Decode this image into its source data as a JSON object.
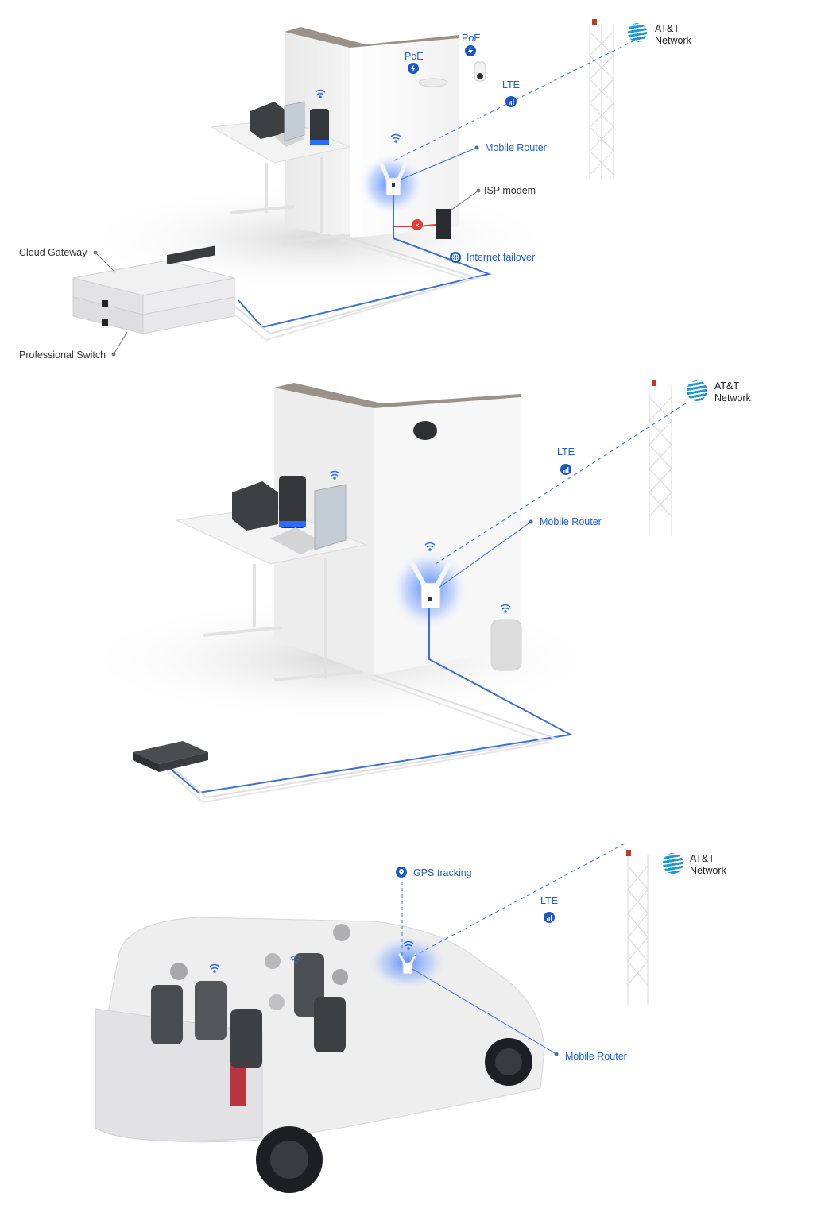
{
  "colors": {
    "accent_blue": "#1a5fd0",
    "att_blue": "#1d9ad6",
    "failure_red": "#e23b3b",
    "label_gray": "#333333"
  },
  "panel1": {
    "poe_left": "PoE",
    "poe_right": "PoE",
    "lte": "LTE",
    "carrier_line1": "AT&T",
    "carrier_line2": "Network",
    "mobile_router": "Mobile Router",
    "isp_modem": "ISP modem",
    "internet_failover": "Internet failover",
    "cloud_gateway": "Cloud Gateway",
    "professional_switch": "Professional Switch",
    "icons": [
      "bolt-icon",
      "signal-icon",
      "globe-icon",
      "wifi-icon",
      "failure-x-icon",
      "att-globe-icon"
    ]
  },
  "panel2": {
    "lte": "LTE",
    "carrier_line1": "AT&T",
    "carrier_line2": "Network",
    "mobile_router": "Mobile Router",
    "icons": [
      "signal-icon",
      "wifi-icon",
      "att-globe-icon"
    ]
  },
  "panel3": {
    "gps_tracking": "GPS tracking",
    "lte": "LTE",
    "carrier_line1": "AT&T",
    "carrier_line2": "Network",
    "mobile_router": "Mobile Router",
    "icons": [
      "location-pin-icon",
      "signal-icon",
      "wifi-icon",
      "att-globe-icon"
    ]
  }
}
